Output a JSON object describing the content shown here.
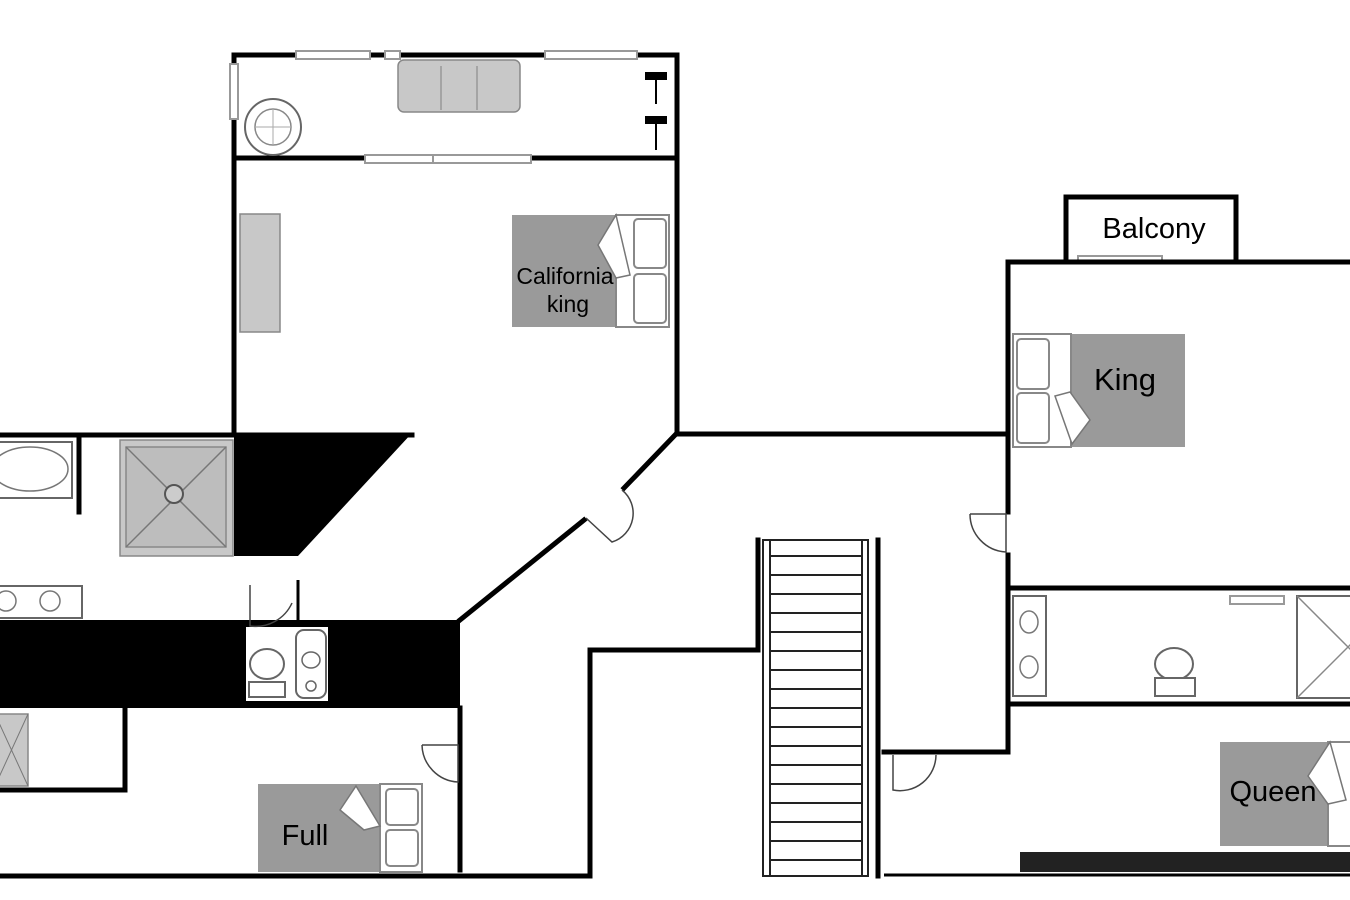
{
  "floorplan": {
    "rooms": {
      "california_king": {
        "line1": "California",
        "line2": "king"
      },
      "king": "King",
      "balcony": "Balcony",
      "queen": "Queen",
      "full": "Full"
    },
    "colors": {
      "wall": "#000000",
      "bed": "#9a9a9a",
      "background": "#ffffff"
    }
  }
}
